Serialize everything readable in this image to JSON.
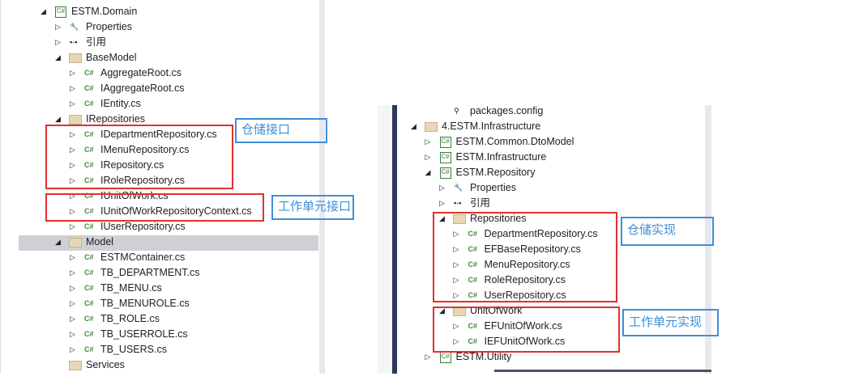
{
  "left_tree": [
    {
      "level": 0,
      "arrow": "expanded",
      "icon": "csharp-project",
      "label": "ESTM.Domain"
    },
    {
      "level": 1,
      "arrow": "collapsed",
      "icon": "wrench",
      "label": "Properties"
    },
    {
      "level": 1,
      "arrow": "collapsed",
      "icon": "references",
      "label": "引用"
    },
    {
      "level": 1,
      "arrow": "expanded",
      "icon": "folder",
      "label": "BaseModel"
    },
    {
      "level": 2,
      "arrow": "collapsed",
      "icon": "cs-file",
      "label": "AggregateRoot.cs"
    },
    {
      "level": 2,
      "arrow": "collapsed",
      "icon": "cs-file",
      "label": "IAggregateRoot.cs"
    },
    {
      "level": 2,
      "arrow": "collapsed",
      "icon": "cs-file",
      "label": "IEntity.cs"
    },
    {
      "level": 1,
      "arrow": "expanded",
      "icon": "folder",
      "label": "IRepositories"
    },
    {
      "level": 2,
      "arrow": "collapsed",
      "icon": "cs-file",
      "label": "IDepartmentRepository.cs"
    },
    {
      "level": 2,
      "arrow": "collapsed",
      "icon": "cs-file",
      "label": "IMenuRepository.cs"
    },
    {
      "level": 2,
      "arrow": "collapsed",
      "icon": "cs-file",
      "label": "IRepository.cs"
    },
    {
      "level": 2,
      "arrow": "collapsed",
      "icon": "cs-file",
      "label": "IRoleRepository.cs"
    },
    {
      "level": 2,
      "arrow": "collapsed",
      "icon": "cs-file",
      "label": "IUnitOfWork.cs"
    },
    {
      "level": 2,
      "arrow": "collapsed",
      "icon": "cs-file",
      "label": "IUnitOfWorkRepositoryContext.cs"
    },
    {
      "level": 2,
      "arrow": "collapsed",
      "icon": "cs-file",
      "label": "IUserRepository.cs"
    },
    {
      "level": 1,
      "arrow": "expanded",
      "icon": "folder",
      "label": "Model",
      "selected": true
    },
    {
      "level": 2,
      "arrow": "collapsed",
      "icon": "cs-file",
      "label": "ESTMContainer.cs"
    },
    {
      "level": 2,
      "arrow": "collapsed",
      "icon": "cs-file",
      "label": "TB_DEPARTMENT.cs"
    },
    {
      "level": 2,
      "arrow": "collapsed",
      "icon": "cs-file",
      "label": "TB_MENU.cs"
    },
    {
      "level": 2,
      "arrow": "collapsed",
      "icon": "cs-file",
      "label": "TB_MENUROLE.cs"
    },
    {
      "level": 2,
      "arrow": "collapsed",
      "icon": "cs-file",
      "label": "TB_ROLE.cs"
    },
    {
      "level": 2,
      "arrow": "collapsed",
      "icon": "cs-file",
      "label": "TB_USERROLE.cs"
    },
    {
      "level": 2,
      "arrow": "collapsed",
      "icon": "cs-file",
      "label": "TB_USERS.cs"
    },
    {
      "level": 1,
      "arrow": "none",
      "icon": "folder",
      "label": "Services"
    }
  ],
  "right_tree": [
    {
      "level": 2,
      "arrow": "none",
      "icon": "config",
      "label": "packages.config"
    },
    {
      "level": 0,
      "arrow": "expanded",
      "icon": "folder",
      "label": "4.ESTM.Infrastructure"
    },
    {
      "level": 1,
      "arrow": "collapsed",
      "icon": "csharp-project",
      "label": "ESTM.Common.DtoModel"
    },
    {
      "level": 1,
      "arrow": "collapsed",
      "icon": "csharp-project",
      "label": "ESTM.Infrastructure"
    },
    {
      "level": 1,
      "arrow": "expanded",
      "icon": "csharp-project",
      "label": "ESTM.Repository"
    },
    {
      "level": 2,
      "arrow": "collapsed",
      "icon": "wrench",
      "label": "Properties"
    },
    {
      "level": 2,
      "arrow": "collapsed",
      "icon": "references",
      "label": "引用"
    },
    {
      "level": 2,
      "arrow": "expanded",
      "icon": "folder",
      "label": "Repositories"
    },
    {
      "level": 3,
      "arrow": "collapsed",
      "icon": "cs-file",
      "label": "DepartmentRepository.cs"
    },
    {
      "level": 3,
      "arrow": "collapsed",
      "icon": "cs-file",
      "label": "EFBaseRepository.cs"
    },
    {
      "level": 3,
      "arrow": "collapsed",
      "icon": "cs-file",
      "label": "MenuRepository.cs"
    },
    {
      "level": 3,
      "arrow": "collapsed",
      "icon": "cs-file",
      "label": "RoleRepository.cs"
    },
    {
      "level": 3,
      "arrow": "collapsed",
      "icon": "cs-file",
      "label": "UserRepository.cs"
    },
    {
      "level": 2,
      "arrow": "expanded",
      "icon": "folder",
      "label": "UnitOfWork"
    },
    {
      "level": 3,
      "arrow": "collapsed",
      "icon": "cs-file",
      "label": "EFUnitOfWork.cs"
    },
    {
      "level": 3,
      "arrow": "collapsed",
      "icon": "cs-file",
      "label": "IEFUnitOfWork.cs"
    },
    {
      "level": 1,
      "arrow": "collapsed",
      "icon": "csharp-project",
      "label": "ESTM.Utility"
    }
  ],
  "annotations": {
    "repo_interface": "仓储接口",
    "uow_interface": "工作单元接口",
    "repo_impl": "仓储实现",
    "uow_impl": "工作单元实现"
  },
  "colors": {
    "red_box": "#e03030",
    "blue_box": "#3d8fd8"
  }
}
